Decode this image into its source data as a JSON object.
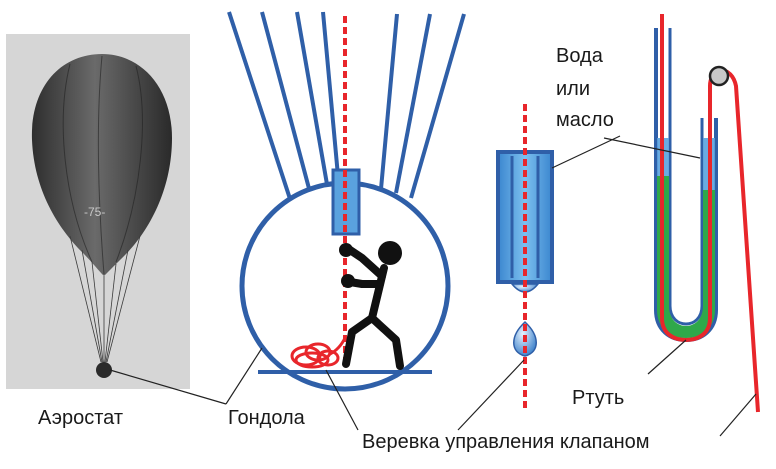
{
  "labels": {
    "aerostat": "Аэростат",
    "gondola": "Гондола",
    "valve_rope": "Веревка управления клапаном",
    "water_line1": "Вода",
    "water_line2": "или",
    "water_line3": "масло",
    "mercury": "Ртуть"
  },
  "photo_number": "-75-",
  "colors": {
    "outline_blue": "#2f5fa8",
    "fill_light_blue": "#5aa2de",
    "rope_red": "#e8262b",
    "mercury_green": "#2fa84a",
    "figure": "#111111"
  }
}
